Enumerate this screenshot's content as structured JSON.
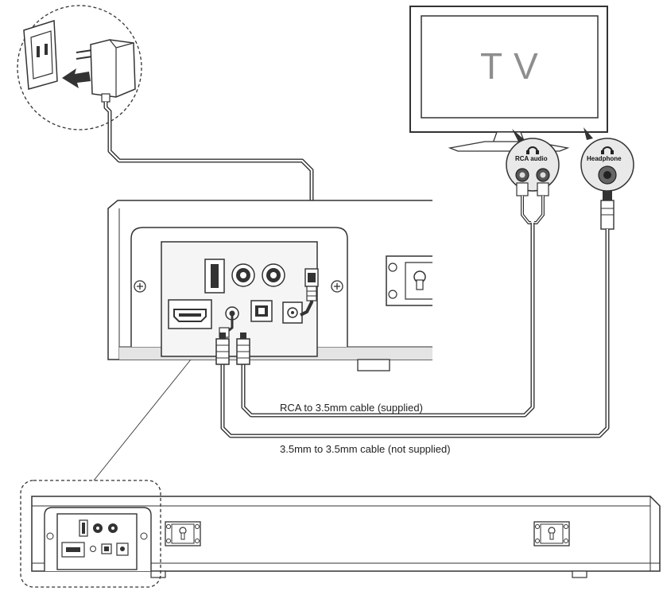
{
  "tv": {
    "label": "TV"
  },
  "ports": {
    "rca_audio": "RCA audio",
    "headphone": "Headphone"
  },
  "cables": {
    "rca": "RCA to 3.5mm cable (supplied)",
    "aux": "3.5mm to 3.5mm cable (not supplied)"
  },
  "colors": {
    "line": "#333333",
    "panel_fill": "#f2f2f2",
    "tv_text": "#8e8e8e"
  }
}
